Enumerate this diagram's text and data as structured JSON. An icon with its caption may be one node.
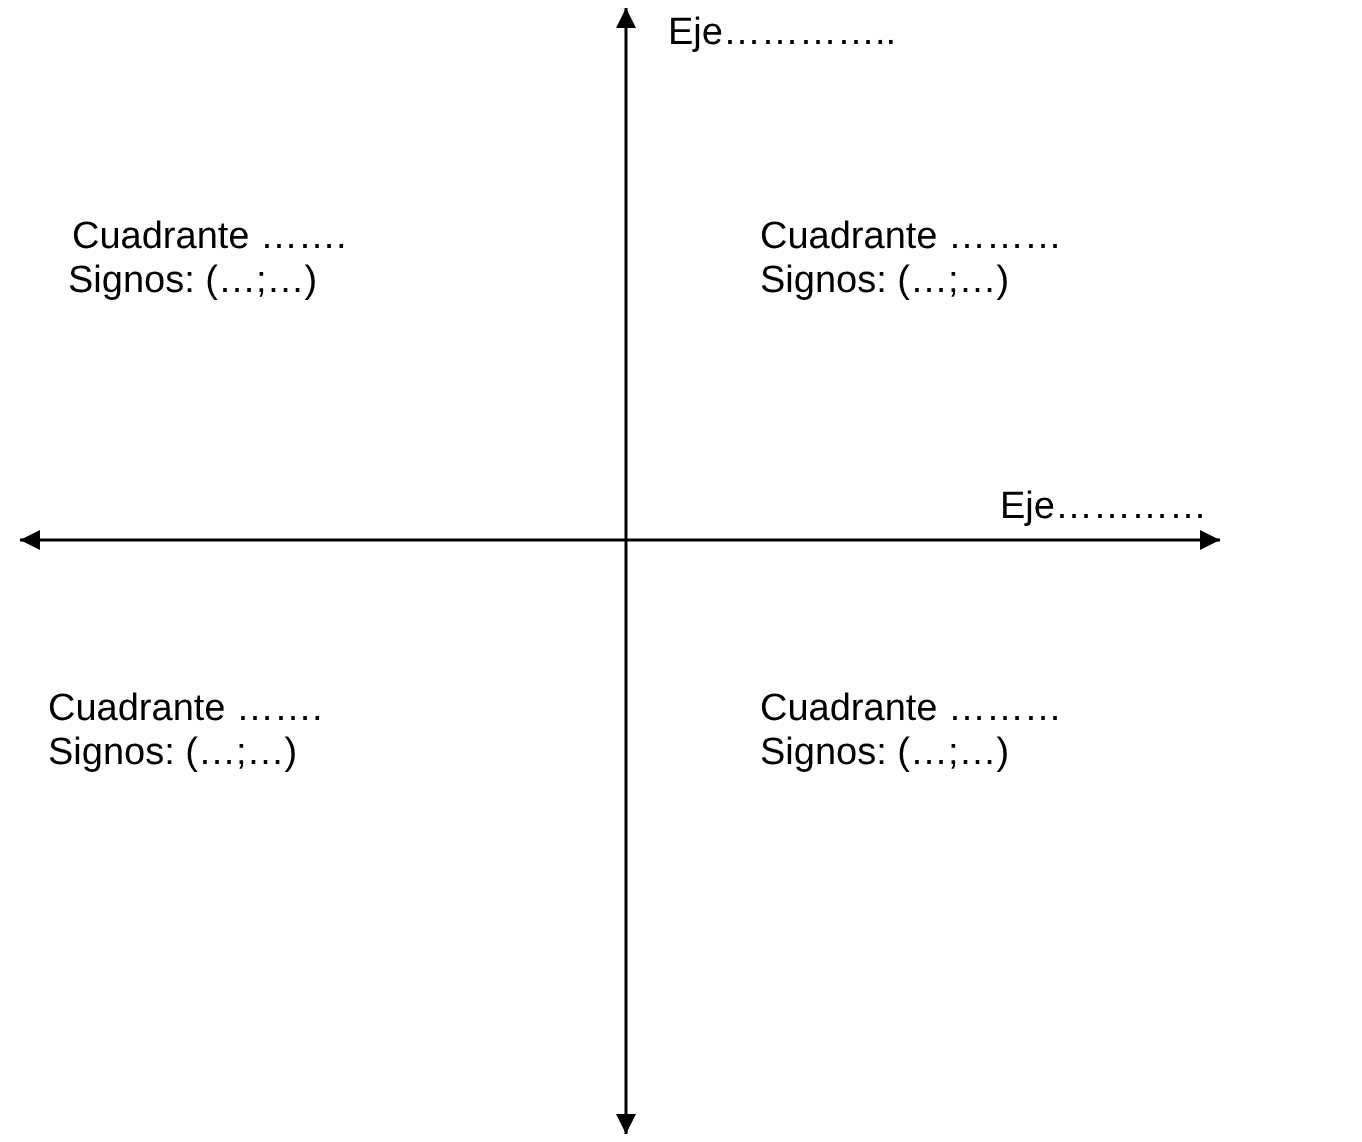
{
  "diagram": {
    "labels": [
      "Eje…………..",
      "Cuadrante …….",
      "Signos: (…;…)",
      "Cuadrante ………",
      "Signos: (…;…)",
      "Eje…………",
      "Cuadrante …….",
      "Signos: (…;…)",
      "Cuadrante ………",
      "Signos: (…;…)"
    ]
  }
}
